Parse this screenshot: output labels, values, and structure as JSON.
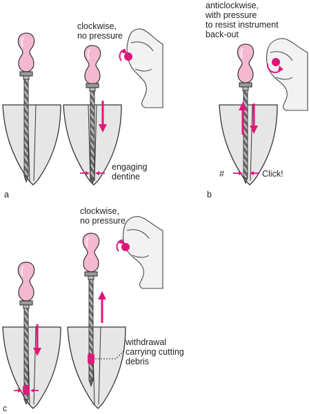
{
  "panel_labels": {
    "a": "a",
    "b": "b",
    "c": "c"
  },
  "annotations": {
    "a_motion_line1": "clockwise,",
    "a_motion_line2": "no pressure",
    "a_engage_line1": "engaging",
    "a_engage_line2": "dentine",
    "b_motion_line1": "anticlockwise,",
    "b_motion_line2": "with pressure",
    "b_motion_line3": "to resist instrument",
    "b_motion_line4": "back-out",
    "b_hash": "#",
    "b_click": "Click!",
    "c_motion_line1": "clockwise,",
    "c_motion_line2": "no pressure",
    "c_withdraw_line1": "withdrawal",
    "c_withdraw_line2": "carrying cutting",
    "c_withdraw_line3": "debris"
  },
  "colors": {
    "handle_pink": "#f4b8d0",
    "accent_magenta": "#e0157a",
    "root_gray": "#e6e6e6",
    "outline": "#333333",
    "shaft_dark": "#555555"
  }
}
